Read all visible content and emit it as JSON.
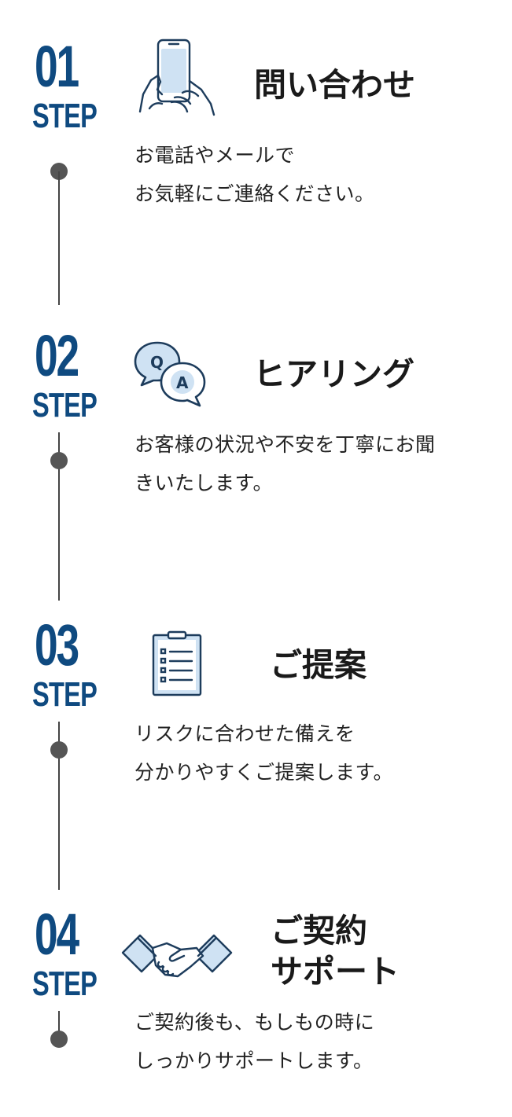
{
  "colors": {
    "accent": "#0f4a80",
    "timeline": "#555555",
    "title": "#1a1a1a"
  },
  "steps": [
    {
      "number": "01",
      "label": "STEP",
      "icon": "smartphone-hands-icon",
      "title": "問い合わせ",
      "description": "お電話やメールで\nお気軽にご連絡ください。"
    },
    {
      "number": "02",
      "label": "STEP",
      "icon": "qa-bubbles-icon",
      "title": "ヒアリング",
      "description": "お客様の状況や不安を丁寧にお聞\nきいたします。"
    },
    {
      "number": "03",
      "label": "STEP",
      "icon": "clipboard-checklist-icon",
      "title": "ご提案",
      "description": "リスクに合わせた備えを\n分かりやすくご提案します。"
    },
    {
      "number": "04",
      "label": "STEP",
      "icon": "handshake-icon",
      "title": "ご契約\nサポート",
      "description": "ご契約後も、もしもの時に\nしっかりサポートします。"
    }
  ]
}
